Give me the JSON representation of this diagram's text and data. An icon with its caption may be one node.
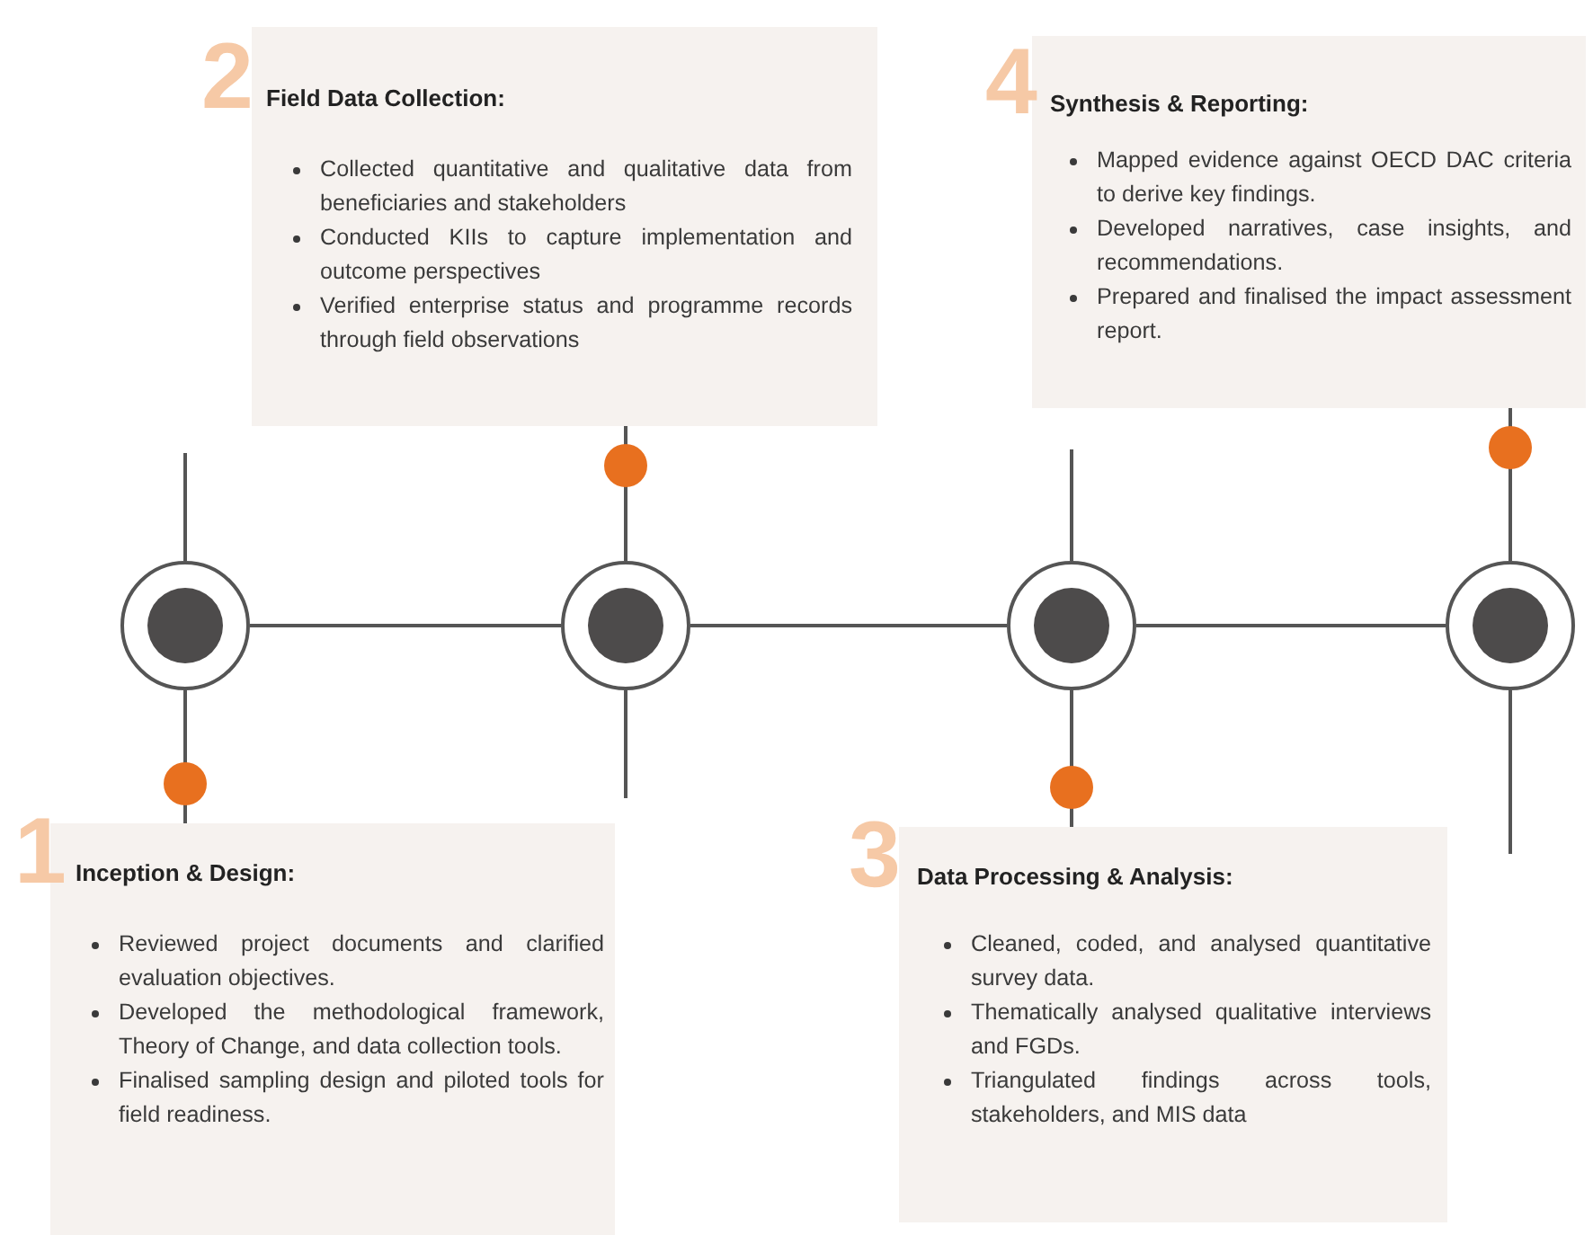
{
  "diagram": {
    "nodes": [
      {
        "text": [
          "2",
          "Field Data Collection:",
          "Collected quantitative and qualitative data from beneficiaries and stakeholders",
          "Conducted KIIs to capture implementation and outcome perspectives",
          "Verified enterprise status and programme records through field observations"
        ]
      },
      {
        "text": [
          "4",
          "Synthesis & Reporting:",
          "Mapped evidence against OECD DAC criteria to derive key findings.",
          "Developed narratives, case insights, and recommendations.",
          "Prepared and finalised the impact assessment report."
        ]
      },
      {
        "text": [],
        "shape": "circle"
      },
      {
        "text": [],
        "shape": "circle"
      },
      {
        "text": [],
        "shape": "circle"
      },
      {
        "text": [],
        "shape": "circle"
      },
      {
        "text": [
          "1",
          "Inception & Design:",
          "Reviewed project documents and clarified evaluation objectives.",
          "Developed the methodological framework, Theory of Change, and data collection tools.",
          "Finalised sampling design and piloted tools for field readiness."
        ]
      },
      {
        "text": [
          "3",
          "Data Processing & Analysis:",
          "Cleaned, coded, and analysed quantitative survey data.",
          "Thematically analysed qualitative interviews and FGDs.",
          "Triangulated findings across tools, stakeholders, and MIS data"
        ]
      }
    ],
    "edges": [
      {
        "from": 2,
        "to": 3,
        "arrow": "none"
      },
      {
        "from": 3,
        "to": 4,
        "arrow": "none"
      },
      {
        "from": 4,
        "to": 5,
        "arrow": "none"
      },
      {
        "from": 2,
        "to": 6,
        "arrow": "other"
      },
      {
        "from": 3,
        "to": 0,
        "arrow": "other"
      },
      {
        "from": 4,
        "to": 7,
        "arrow": "other"
      },
      {
        "from": 5,
        "to": 1,
        "arrow": "other"
      }
    ]
  }
}
